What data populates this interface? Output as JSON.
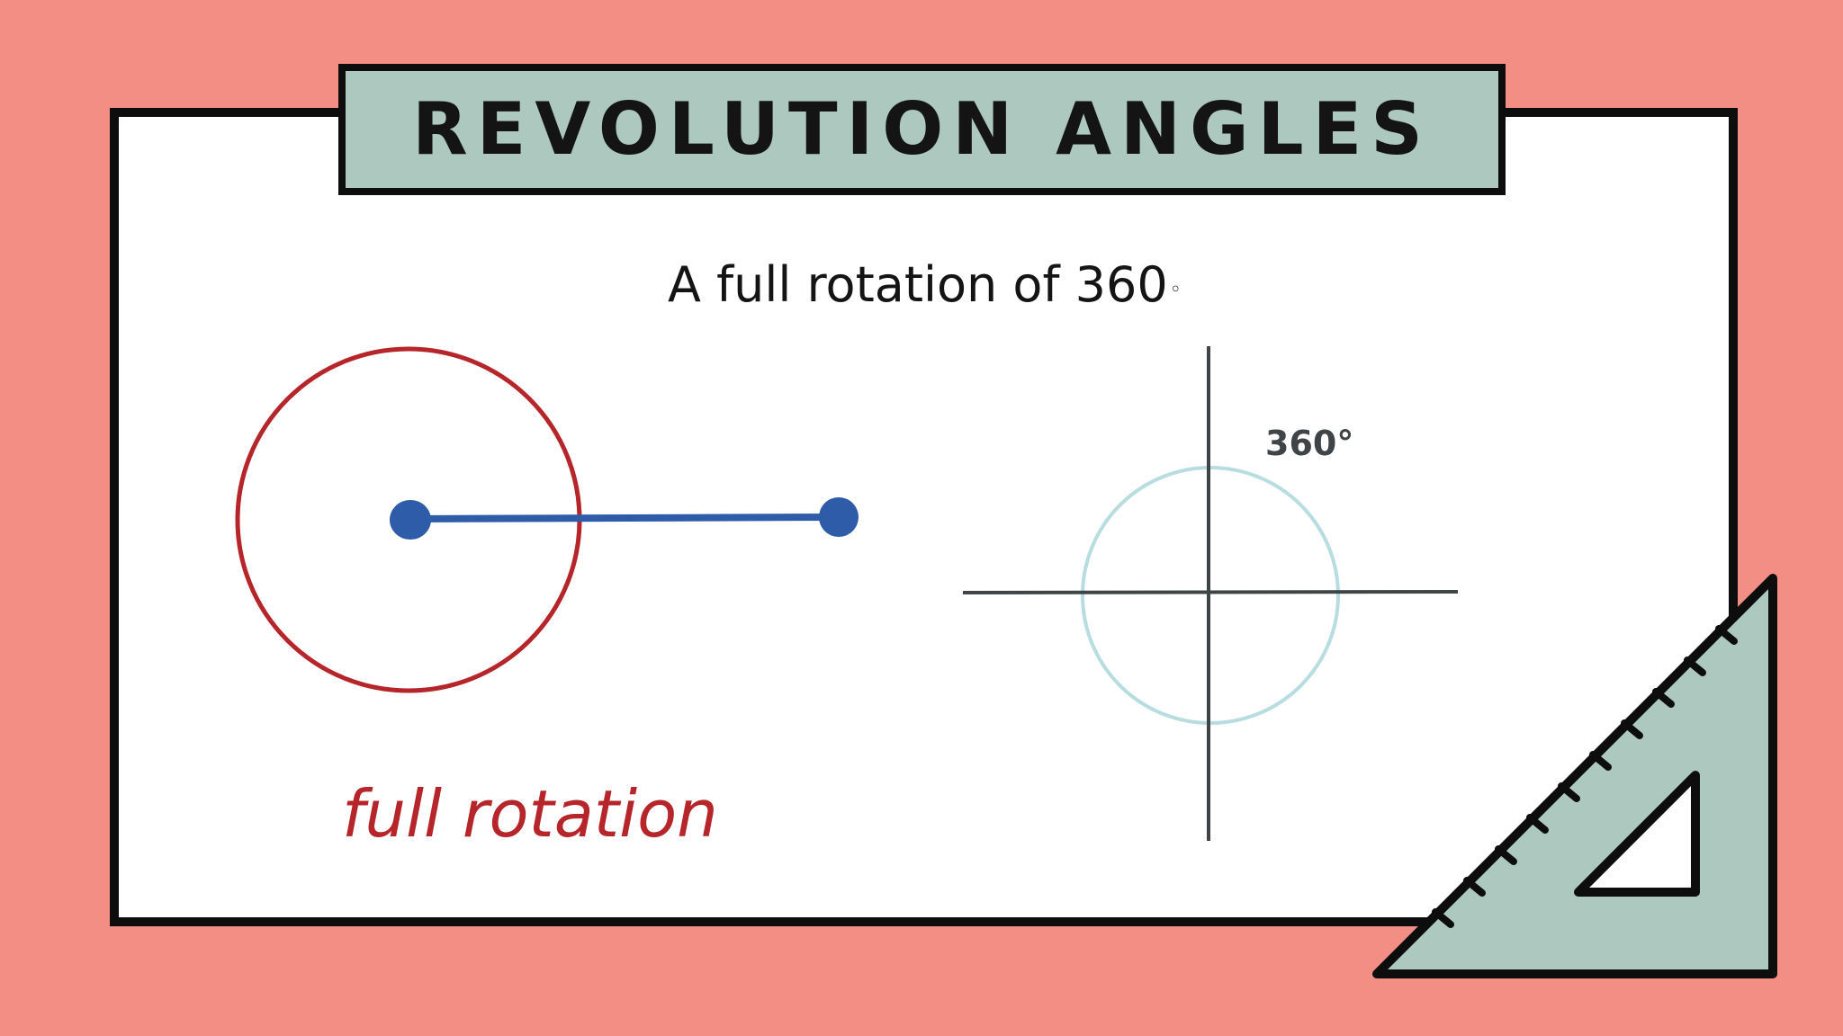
{
  "title": "REVOLUTION ANGLES",
  "subtitle": {
    "text": "A full rotation of 360",
    "degree_symbol": "◦"
  },
  "left_diagram": {
    "label": "full rotation"
  },
  "right_diagram": {
    "label": "360°"
  },
  "colors": {
    "background": "#f28e84",
    "card": "#ffffff",
    "outline": "#0d0d0d",
    "title_box": "#acc8bf",
    "circle_red": "#b5252a",
    "line_blue": "#2f5ca8",
    "circle_light_blue": "#b7dde0",
    "axis_gray": "#3f4447",
    "set_square": "#acc8bf"
  },
  "icons": [
    "set-square-icon"
  ]
}
